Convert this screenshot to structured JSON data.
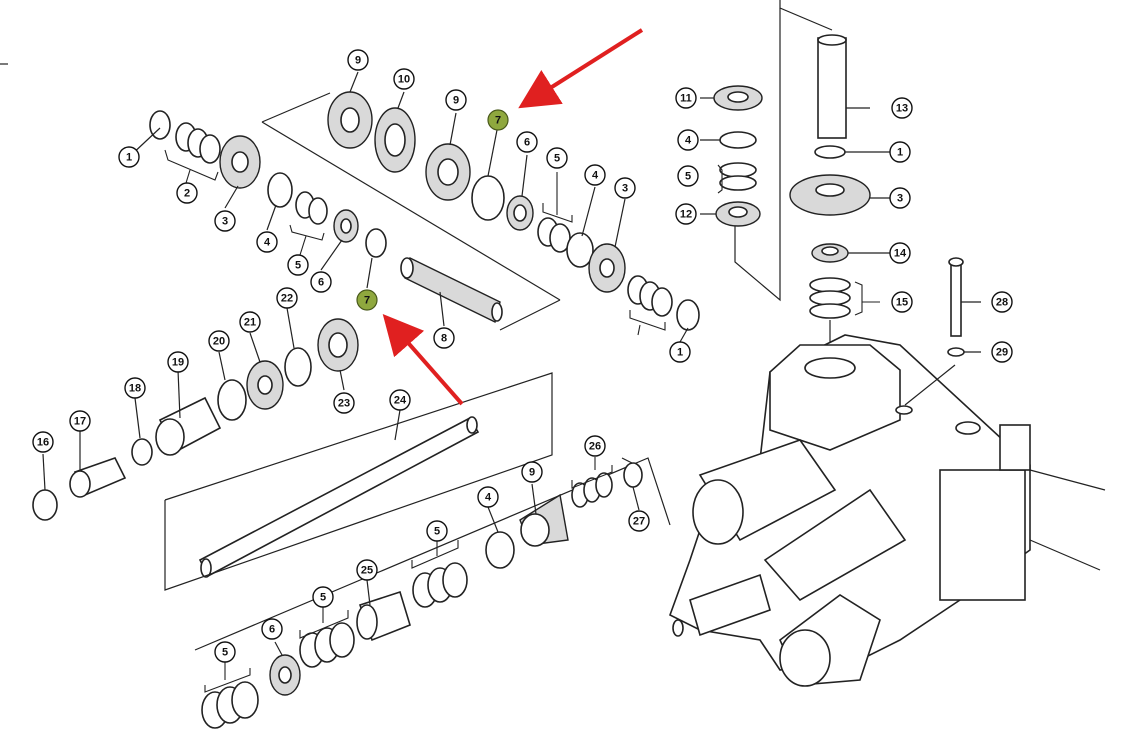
{
  "diagram": {
    "colors": {
      "highlight_fill": "#8fa83e",
      "arrow": "#e02020",
      "line": "#222222"
    },
    "callouts": {
      "c1a": "1",
      "c1b": "1",
      "c1c": "1",
      "c2": "2",
      "c3a": "3",
      "c3b": "3",
      "c3c": "3",
      "c4a": "4",
      "c4b": "4",
      "c4c": "4",
      "c4d": "4",
      "c5a": "5",
      "c5b": "5",
      "c5c": "5",
      "c5d": "5",
      "c5e": "5",
      "c5f": "5",
      "c6a": "6",
      "c6b": "6",
      "c6c": "6",
      "c7a": "7",
      "c7b": "7",
      "c8": "8",
      "c9a": "9",
      "c9b": "9",
      "c9c": "9",
      "c10": "10",
      "c11": "11",
      "c12": "12",
      "c13": "13",
      "c14": "14",
      "c15": "15",
      "c16": "16",
      "c17": "17",
      "c18": "18",
      "c19": "19",
      "c20": "20",
      "c21": "21",
      "c22": "22",
      "c23": "23",
      "c24": "24",
      "c25": "25",
      "c26": "26",
      "c27": "27",
      "c28": "28",
      "c29": "29"
    }
  }
}
